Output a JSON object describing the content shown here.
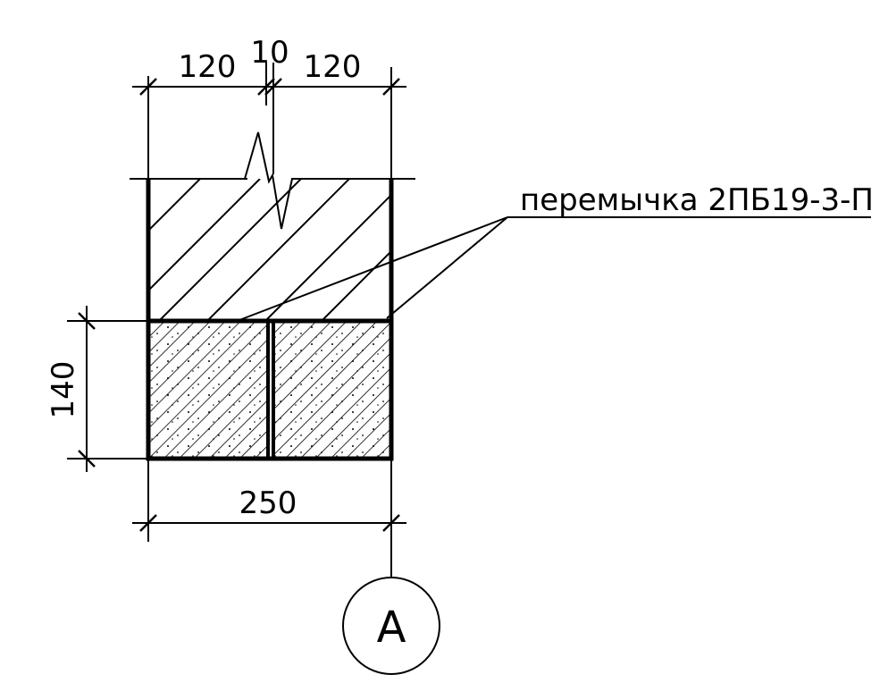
{
  "dimensions": {
    "top_left": "120",
    "top_gap": "10",
    "top_right": "120",
    "side_height": "140",
    "bottom_width": "250"
  },
  "callout": {
    "label": "перемычка 2ПБ19-3-П"
  },
  "axis": {
    "label": "А"
  },
  "colors": {
    "line": "#000000",
    "background": "#ffffff"
  }
}
